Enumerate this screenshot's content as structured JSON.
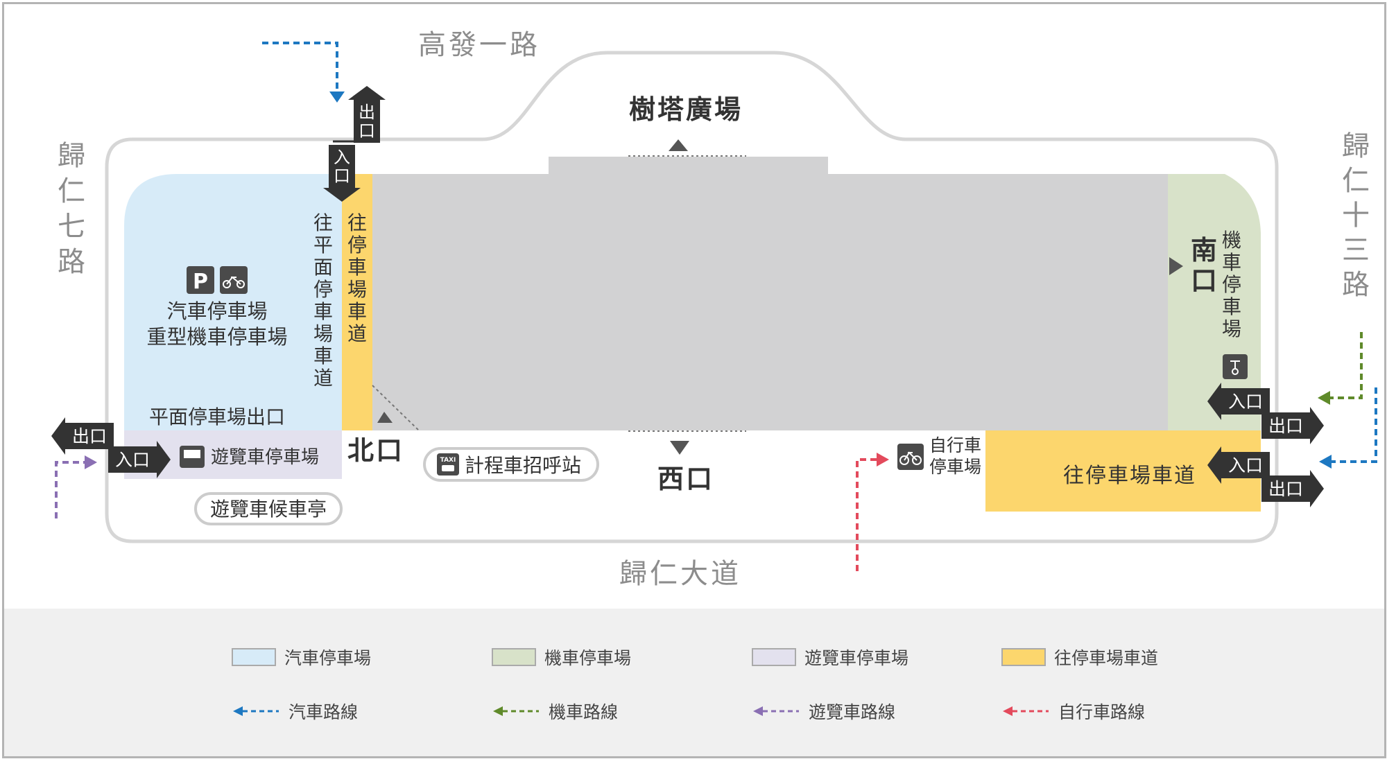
{
  "roads": {
    "north": "高發一路",
    "west": [
      "歸",
      "仁",
      "七",
      "路"
    ],
    "east": [
      "歸",
      "仁",
      "十",
      "三",
      "路"
    ],
    "south": "歸仁大道"
  },
  "gates": {
    "north": "北口",
    "west": "西口",
    "south": "南口",
    "tree_plaza": "樹塔廣場"
  },
  "car_park": {
    "title": "汽車停車場",
    "subtitle": "重型機車停車場",
    "p_icon": "P",
    "surface_exit": "平面停車場出口"
  },
  "ramps": {
    "to_surface": [
      "往",
      "平",
      "面",
      "停",
      "車",
      "場",
      "車",
      "道"
    ],
    "to_parking": [
      "往",
      "停",
      "車",
      "場",
      "車",
      "道"
    ],
    "south_lane": "往停車場車道"
  },
  "moto_park": [
    "機",
    "車",
    "停",
    "車",
    "場"
  ],
  "bus_park": "遊覽車停車場",
  "bus_stop": "遊覽車候車亭",
  "taxi": {
    "label": "計程車招呼站",
    "icon_text": "TAXI"
  },
  "bike_park": [
    "自行車",
    "停車場"
  ],
  "signs": {
    "entry": "入口",
    "exit": "出口"
  },
  "colors": {
    "car_park": "#d7ebf8",
    "moto_park": "#d8e2c9",
    "bus_park": "#e3e1ee",
    "driveway": "#fcd66d",
    "building": "#d2d2d3",
    "car_route": "#1d78c1",
    "moto_route": "#5f8a2a",
    "bus_route": "#8a6fb3",
    "bike_route": "#e34a5c"
  },
  "legend": {
    "areas": [
      {
        "label": "汽車停車場",
        "color": "#d7ebf8"
      },
      {
        "label": "機車停車場",
        "color": "#d8e2c9"
      },
      {
        "label": "遊覽車停車場",
        "color": "#e3e1ee"
      },
      {
        "label": "往停車場車道",
        "color": "#fcd66d"
      }
    ],
    "routes": [
      {
        "label": "汽車路線",
        "color": "#1d78c1"
      },
      {
        "label": "機車路線",
        "color": "#5f8a2a"
      },
      {
        "label": "遊覽車路線",
        "color": "#8a6fb3"
      },
      {
        "label": "自行車路線",
        "color": "#e34a5c"
      }
    ]
  }
}
